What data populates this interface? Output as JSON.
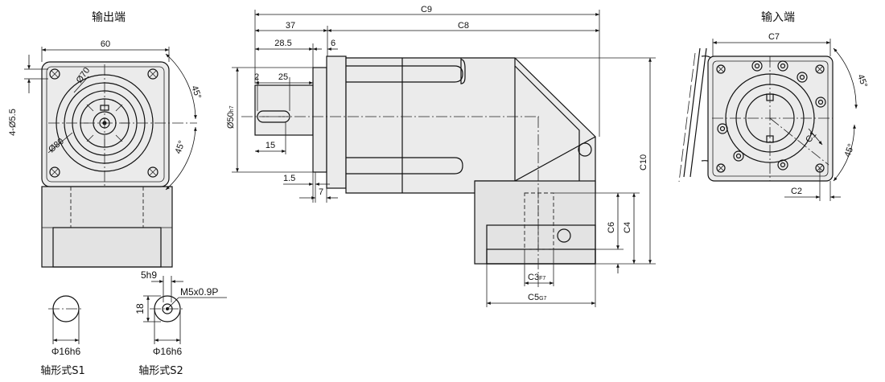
{
  "views": {
    "output_end": {
      "title": "输出端"
    },
    "input_end": {
      "title": "输入端"
    }
  },
  "dimensions": {
    "d60": "60",
    "d4_55": "4-Ø5.5",
    "d70": "Ø70",
    "d80": "Ø80",
    "a45_top": "45°",
    "a45_bot": "45°",
    "c9": "C9",
    "d37": "37",
    "c8": "C8",
    "d28_5": "28.5",
    "d6": "6",
    "d2": "2",
    "d25": "25",
    "d50": "Ø50",
    "d50_tol": "h7",
    "d15": "15",
    "d1_5": "1.5",
    "d7": "7",
    "c10": "C10",
    "c6": "C6",
    "c4": "C4",
    "c3": "C3",
    "c3_tol": "F7",
    "c5": "C5",
    "c5_tol": "G7",
    "c7": "C7",
    "a45_in_top": "45°",
    "a45_in_bot": "45°",
    "c1": "C1",
    "c2": "C2",
    "d5h9": "5h9",
    "m5": "M5x0.9P",
    "d18": "18"
  },
  "shafts": {
    "s1": {
      "diameter": "Φ16h6",
      "label": "轴形式S1"
    },
    "s2": {
      "diameter": "Φ16h6",
      "label": "轴形式S2"
    }
  }
}
